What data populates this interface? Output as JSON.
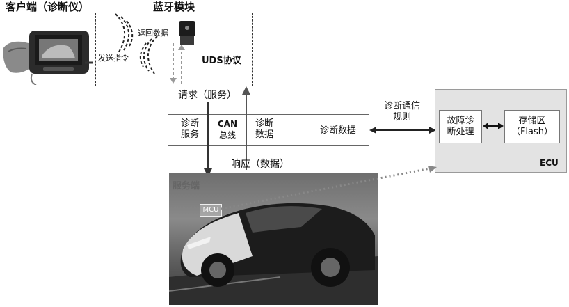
{
  "client": {
    "title": "客户端（诊断仪）"
  },
  "bluetooth": {
    "title": "蓝牙模块",
    "send_cmd": "发送指令",
    "return_data": "返回数据",
    "uds": "UDS协议"
  },
  "request_label": "请求（服务）",
  "response_label": "响应（数据）",
  "stack": {
    "diag_service": [
      "诊断",
      "服务"
    ],
    "can_bus": [
      "CAN",
      "总线"
    ],
    "diag_data": [
      "诊断",
      "数据"
    ],
    "diag_data_full": "诊断数据"
  },
  "rules": [
    "诊断通信",
    "规则"
  ],
  "ecu": {
    "label": "ECU",
    "fault": [
      "故障诊",
      "断处理"
    ],
    "storage": [
      "存储区",
      "（Flash）"
    ]
  },
  "server": {
    "label": "服务端",
    "mcu": "MCU"
  }
}
